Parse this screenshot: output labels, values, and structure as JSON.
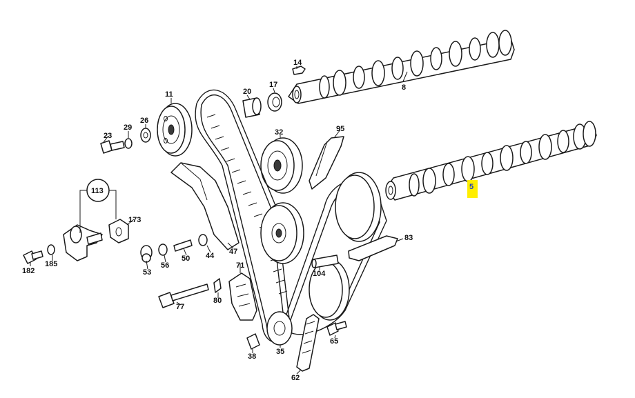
{
  "diagram": {
    "highlight_color": "#ffee00",
    "highlight_text_color": "#1f3fbf",
    "callouts": {
      "c5": "5",
      "c8": "8",
      "c11": "11",
      "c14": "14",
      "c17": "17",
      "c20": "20",
      "c23": "23",
      "c26": "26",
      "c29": "29",
      "c32": "32",
      "c35": "35",
      "c38": "38",
      "c44": "44",
      "c47": "47",
      "c50": "50",
      "c53": "53",
      "c56": "56",
      "c62": "62",
      "c65": "65",
      "c71": "71",
      "c77": "77",
      "c80": "80",
      "c83": "83",
      "c95": "95",
      "c104": "104",
      "c113": "113",
      "c173": "173",
      "c182": "182",
      "c185": "185"
    },
    "highlighted_callout": "5"
  }
}
